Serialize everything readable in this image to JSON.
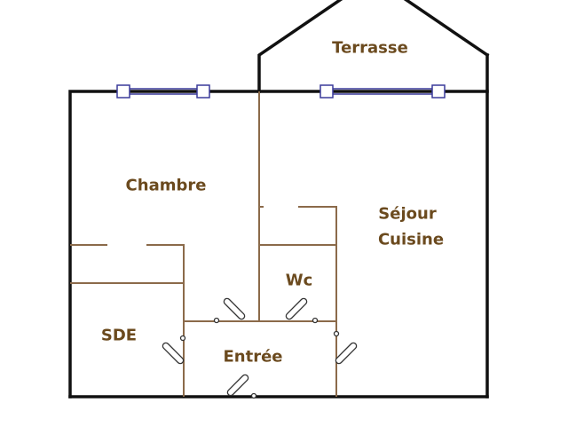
{
  "rooms": {
    "terrasse": "Terrasse",
    "chambre": "Chambre",
    "sejour": "Séjour",
    "cuisine": "Cuisine",
    "wc": "Wc",
    "sde": "SDE",
    "entree": "Entrée"
  },
  "colors": {
    "outer_wall": "#111111",
    "inner_wall": "#8b6a4a",
    "window": "#3a3a9a",
    "label": "#6b4a1e"
  }
}
